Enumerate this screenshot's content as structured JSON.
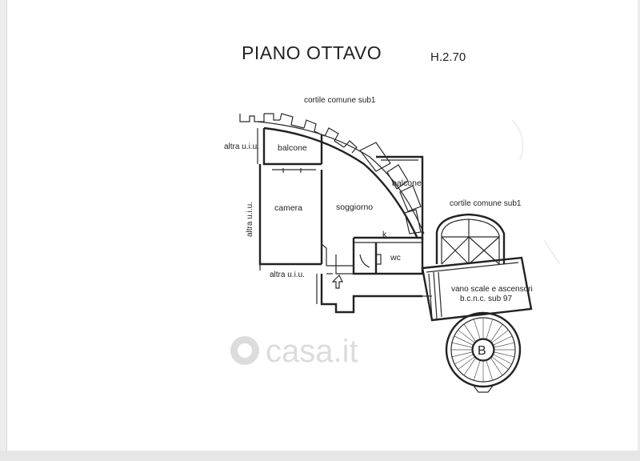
{
  "plan": {
    "title": "PIANO OTTAVO",
    "height": "H.2.70"
  },
  "labels": {
    "cortile_top": "cortile comune sub1",
    "cortile_right": "cortile comune sub1",
    "altra_uiu_top": "altra u.i.u.",
    "altra_uiu_left": "altra u.i.u.",
    "altra_uiu_bottom": "altra u.i.u.",
    "balcone_left": "balcone",
    "balcone_right": "balcone",
    "camera": "camera",
    "soggiorno": "soggiorno",
    "k": "k",
    "wc": "wc",
    "vano_line1": "vano scale e ascensori",
    "vano_line2": "b.c.n.c. sub 97",
    "stair_marker": "B"
  },
  "watermark": {
    "text": "casa.it"
  },
  "colors": {
    "ink": "#222222",
    "watermark": "#dcdcdc",
    "sheet": "#ffffff",
    "margin": "#ececec"
  }
}
